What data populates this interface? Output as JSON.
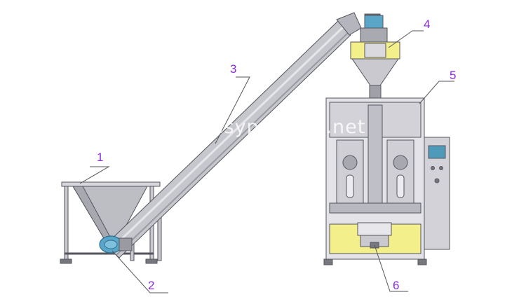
{
  "diagram": {
    "watermark": "www.easypacking.net",
    "callouts": [
      {
        "id": "1",
        "label": "1",
        "part": "hopper"
      },
      {
        "id": "2",
        "label": "2",
        "part": "motor"
      },
      {
        "id": "3",
        "label": "3",
        "part": "screw-conveyor"
      },
      {
        "id": "4",
        "label": "4",
        "part": "auger-filler"
      },
      {
        "id": "5",
        "label": "5",
        "part": "packing-machine"
      },
      {
        "id": "6",
        "label": "6",
        "part": "bag-former"
      }
    ],
    "colors": {
      "steel": "#c9c9cf",
      "steel_dark": "#8f8f99",
      "outline": "#55555e",
      "yellow": "#f3f08c",
      "motor": "#5aa6c8",
      "screen": "#4f9ab8",
      "callout": "#8a2be2"
    }
  }
}
